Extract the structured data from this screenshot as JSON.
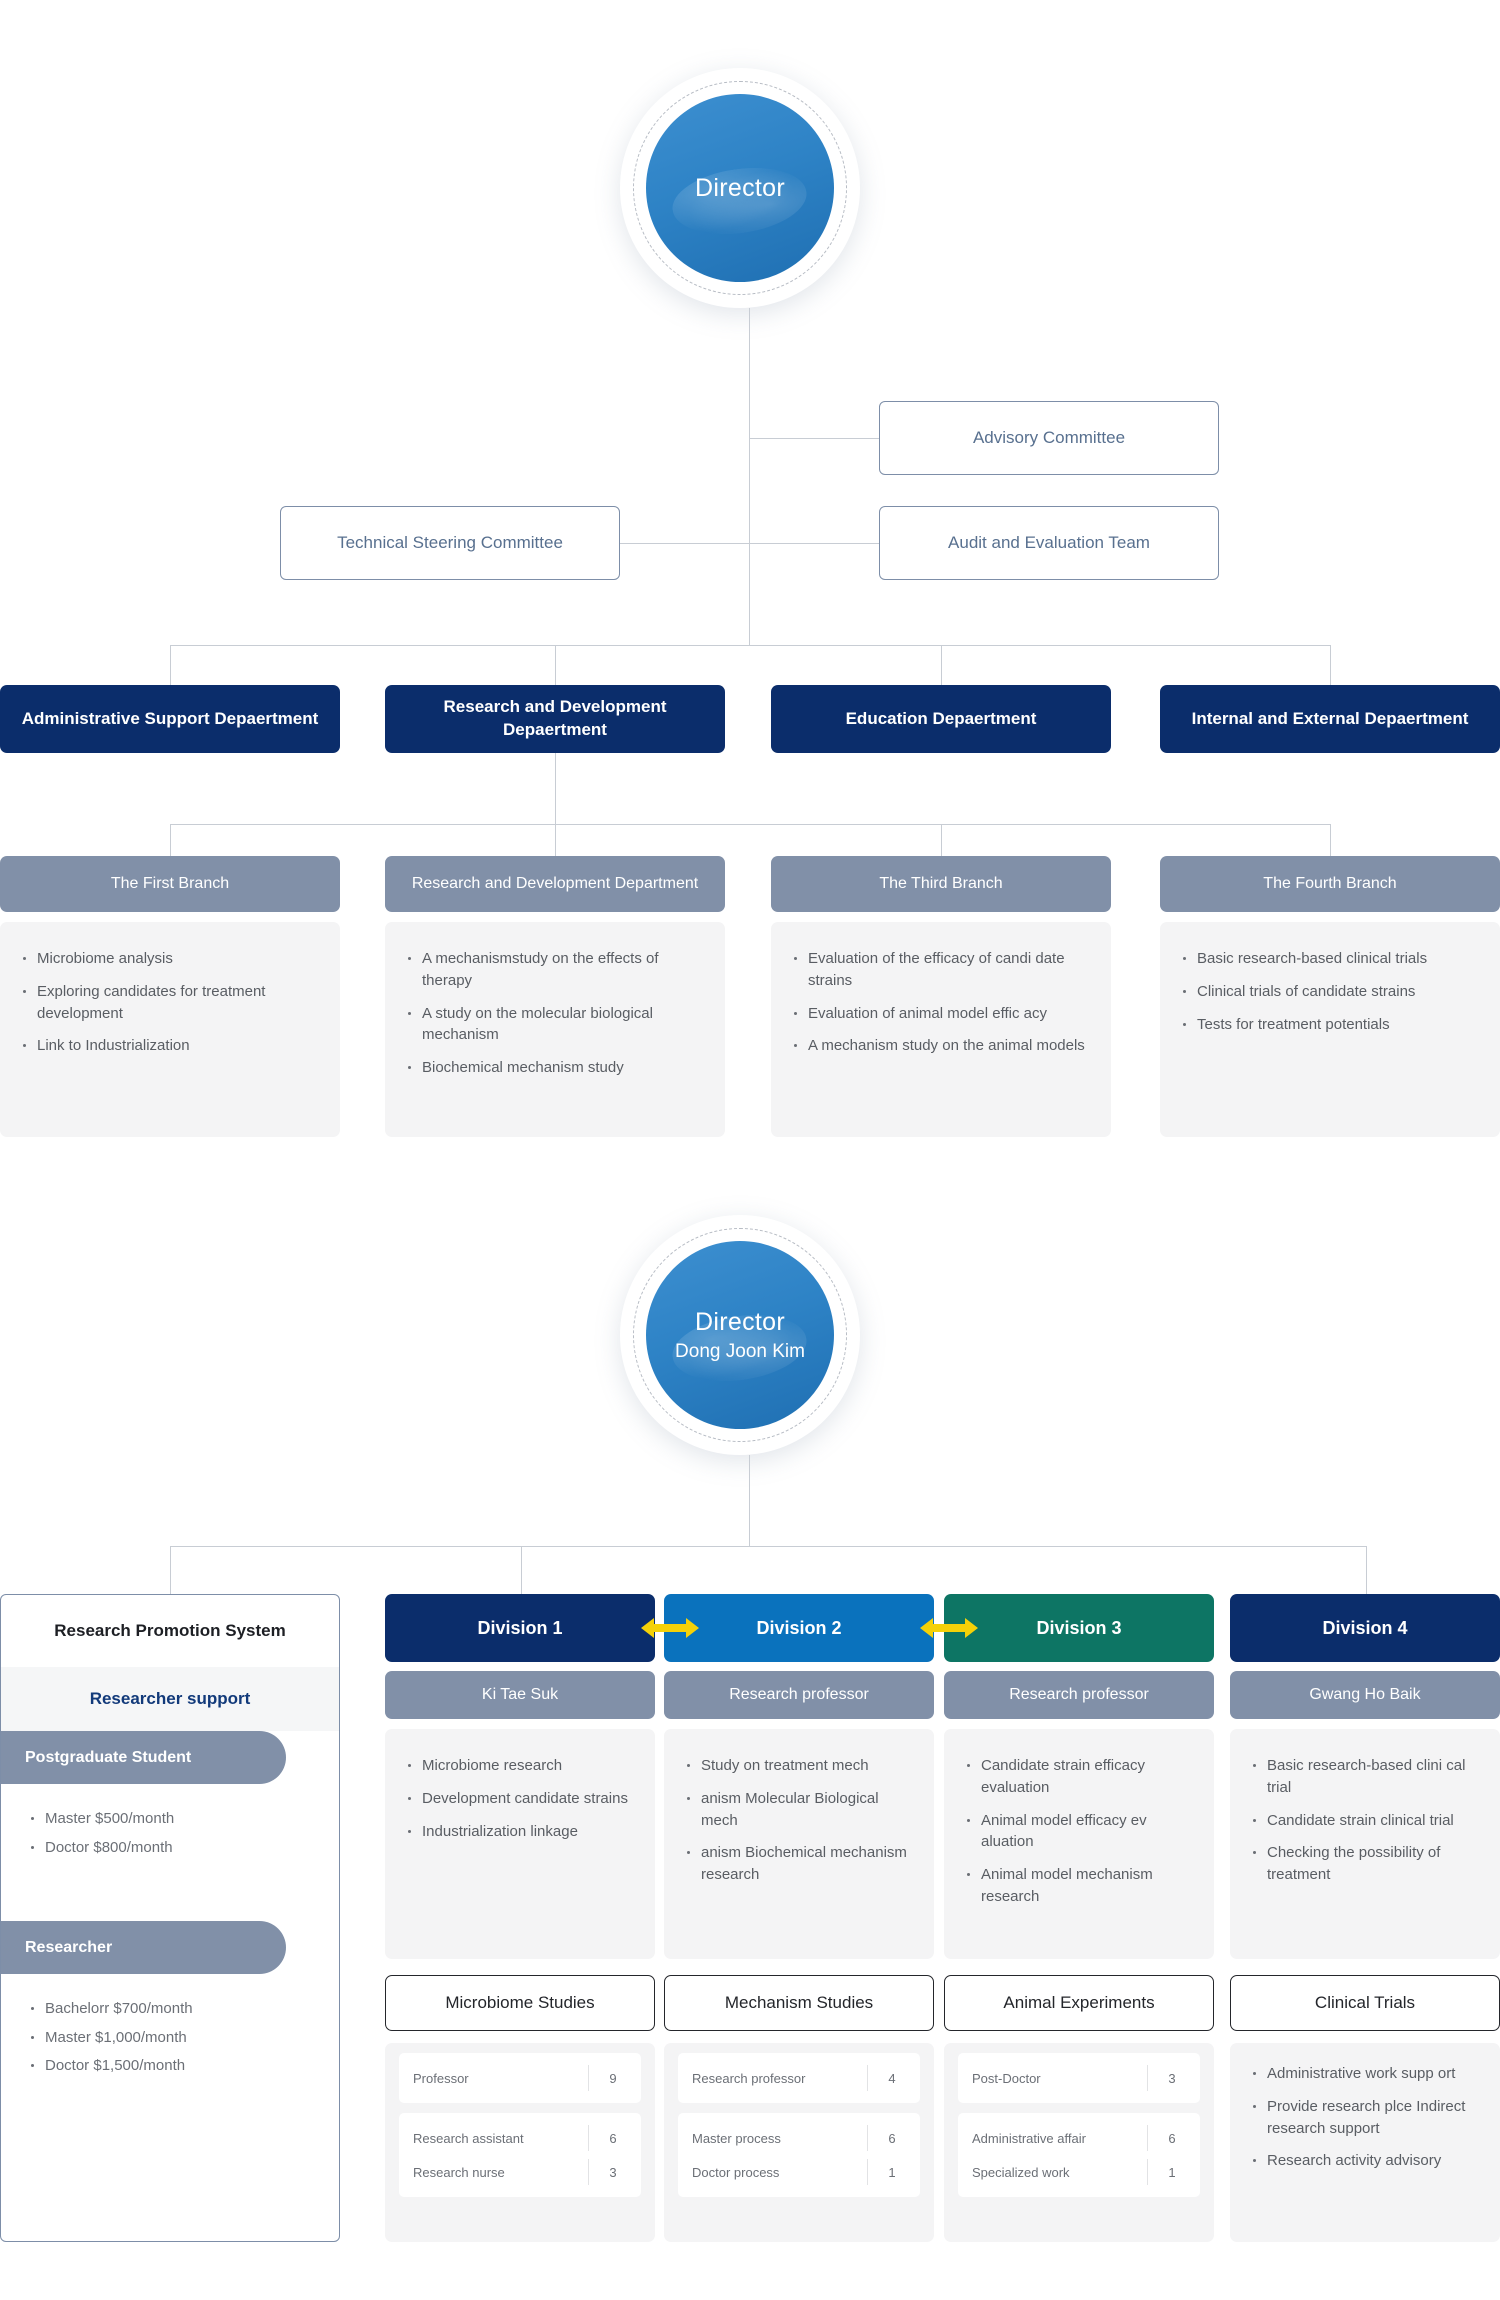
{
  "top_org": {
    "director": {
      "title": "Director"
    },
    "committees": [
      {
        "label": "Advisory Committee"
      },
      {
        "label": "Technical Steering Committee"
      },
      {
        "label": "Audit and Evaluation Team"
      }
    ],
    "departments": [
      {
        "label": "Administrative Support Depaertment"
      },
      {
        "label": "Research and Development Depaertment"
      },
      {
        "label": "Education Depaertment"
      },
      {
        "label": "Internal and External Depaertment"
      }
    ],
    "branches": [
      {
        "header": "The First Branch",
        "items": [
          "Microbiome analysis",
          "Exploring candidates for treatment development",
          "Link to Industrialization"
        ]
      },
      {
        "header": "Research and Development Department",
        "items": [
          "A mechanismstudy on the effects of therapy",
          "A study on the molecular biological mechanism",
          "Biochemical mechanism study"
        ]
      },
      {
        "header": "The Third Branch",
        "items": [
          "Evaluation of the efficacy of candi date strains",
          "Evaluation of animal model effic acy",
          "A mechanism study on the animal models"
        ]
      },
      {
        "header": "The Fourth Branch",
        "items": [
          "Basic research-based clinical trials",
          "Clinical trials of candidate strains",
          "Tests for treatment potentials"
        ]
      }
    ]
  },
  "bottom_org": {
    "director": {
      "title": "Director",
      "name": "Dong Joon Kim"
    },
    "promotion": {
      "title": "Research Promotion System",
      "subtitle": "Researcher support",
      "groups": [
        {
          "pill": "Postgraduate Student",
          "items": [
            "Master $500/month",
            "Doctor $800/month"
          ]
        },
        {
          "pill": "Researcher",
          "items": [
            "Bachelorr $700/month",
            "Master $1,000/month",
            "Doctor $1,500/month"
          ]
        }
      ]
    },
    "arrow_color": "#f5d108",
    "divisions": [
      {
        "label": "Division 1",
        "color": "#0b2d6b",
        "lead": "Ki Tae Suk",
        "items": [
          "Microbiome research",
          "Development candidate strains",
          "Industrialization linkage"
        ],
        "study": "Microbiome Studies",
        "counts": [
          [
            {
              "label": "Professor",
              "value": "9"
            }
          ],
          [
            {
              "label": "Research assistant",
              "value": "6"
            },
            {
              "label": "Research nurse",
              "value": "3"
            }
          ]
        ]
      },
      {
        "label": "Division 2",
        "color": "#0a72bd",
        "lead": "Research professor",
        "items": [
          "Study on treatment mech",
          "anism Molecular Biological mech",
          "anism Biochemical mechanism research"
        ],
        "study": "Mechanism Studies",
        "counts": [
          [
            {
              "label": "Research professor",
              "value": "4"
            }
          ],
          [
            {
              "label": "Master process",
              "value": "6"
            },
            {
              "label": "Doctor process",
              "value": "1"
            }
          ]
        ]
      },
      {
        "label": "Division 3",
        "color": "#0d7564",
        "lead": "Research professor",
        "items": [
          "Candidate strain efficacy evaluation",
          "Animal model efficacy ev aluation",
          "Animal model mechanism research"
        ],
        "study": "Animal Experiments",
        "counts": [
          [
            {
              "label": "Post-Doctor",
              "value": "3"
            }
          ],
          [
            {
              "label": "Administrative affair",
              "value": "6"
            },
            {
              "label": "Specialized work",
              "value": "1"
            }
          ]
        ]
      },
      {
        "label": "Division 4",
        "color": "#0b2d6b",
        "lead": "Gwang Ho Baik",
        "items": [
          "Basic research-based clini cal trial",
          "Candidate strain clinical trial",
          "Checking the possibility of treatment"
        ],
        "study": "Clinical Trials",
        "bullets": [
          "Administrative work supp ort",
          "Provide research plce Indirect research support",
          "Research activity advisory"
        ]
      }
    ]
  }
}
